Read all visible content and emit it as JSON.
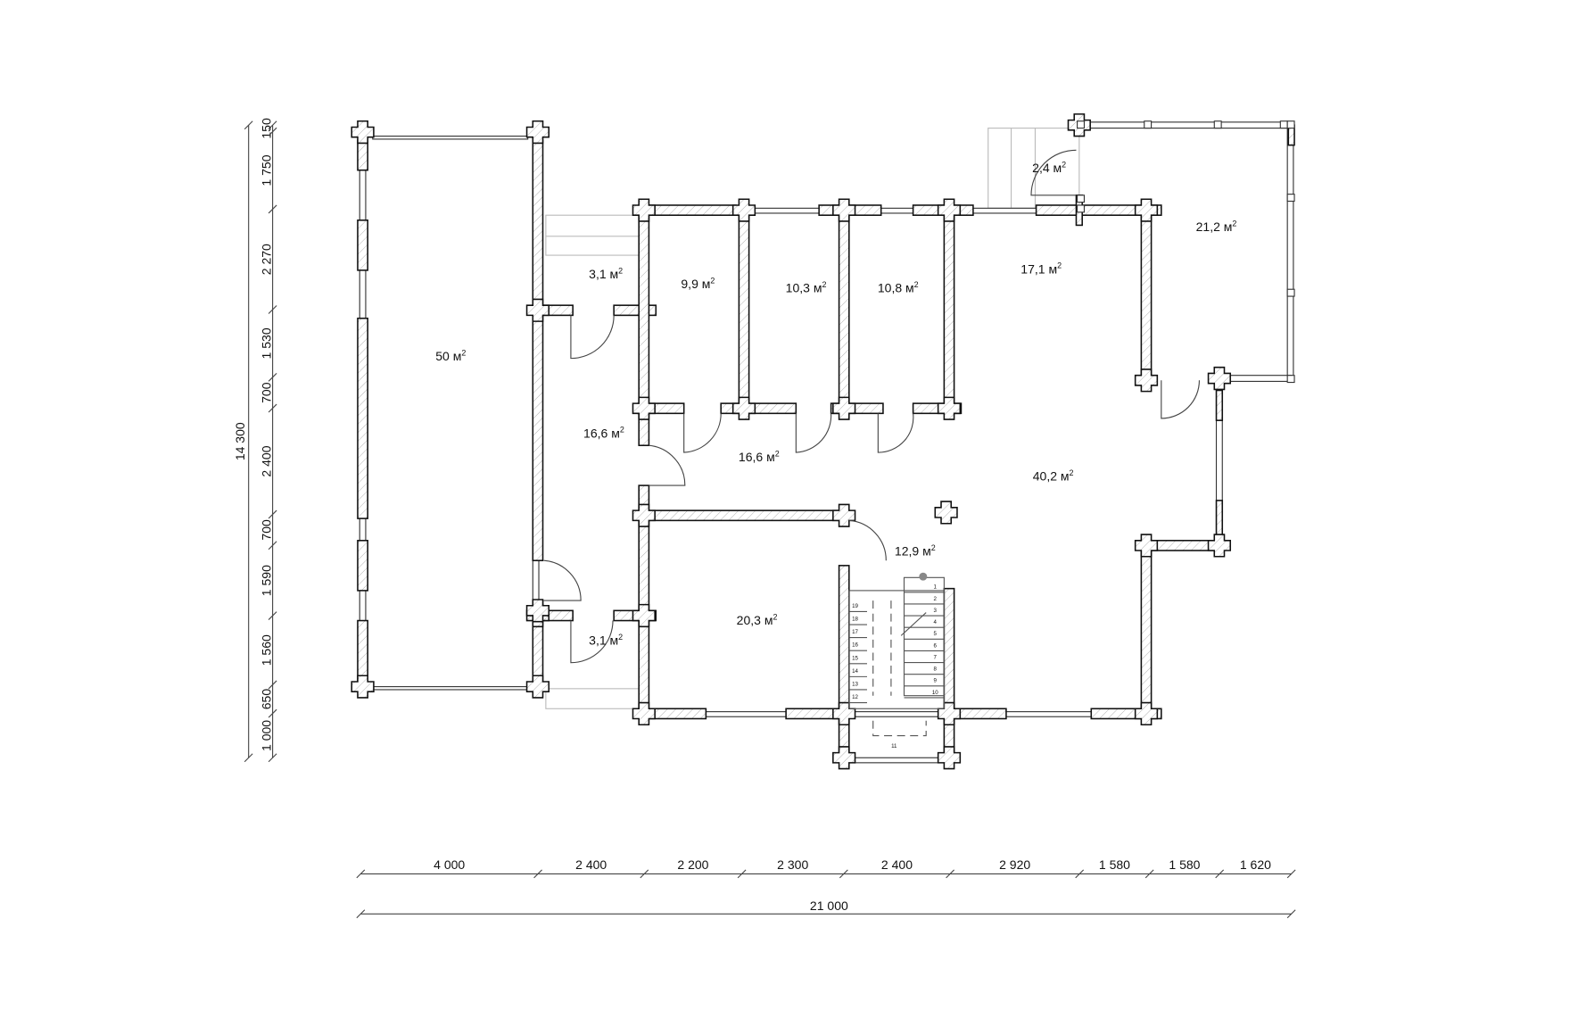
{
  "rooms": [
    {
      "area": "50 м",
      "sup": "2"
    },
    {
      "area": "3,1 м",
      "sup": "2"
    },
    {
      "area": "9,9 м",
      "sup": "2"
    },
    {
      "area": "10,3 м",
      "sup": "2"
    },
    {
      "area": "10,8 м",
      "sup": "2"
    },
    {
      "area": "17,1 м",
      "sup": "2"
    },
    {
      "area": "2,4 м",
      "sup": "2"
    },
    {
      "area": "21,2 м",
      "sup": "2"
    },
    {
      "area": "16,6 м",
      "sup": "2"
    },
    {
      "area": "16,6 м",
      "sup": "2"
    },
    {
      "area": "40,2 м",
      "sup": "2"
    },
    {
      "area": "12,9 м",
      "sup": "2"
    },
    {
      "area": "20,3 м",
      "sup": "2"
    },
    {
      "area": "3,1 м",
      "sup": "2"
    }
  ],
  "dimensions": {
    "vertical_total": "14 300",
    "vertical": [
      "150",
      "1 750",
      "2 270",
      "1 530",
      "700",
      "2 400",
      "700",
      "1 590",
      "1 560",
      "650",
      "1 000"
    ],
    "horizontal": [
      "4 000",
      "2 400",
      "2 200",
      "2 300",
      "2 400",
      "2 920",
      "1 580",
      "1 580",
      "1 620"
    ],
    "horizontal_total": "21 000"
  },
  "stair": {
    "steps_right": [
      "1",
      "2",
      "3",
      "4",
      "5",
      "6",
      "7",
      "8",
      "9",
      "10"
    ],
    "steps_left": [
      "19",
      "18",
      "17",
      "16",
      "15",
      "14",
      "13",
      "12"
    ],
    "landing": "11"
  }
}
